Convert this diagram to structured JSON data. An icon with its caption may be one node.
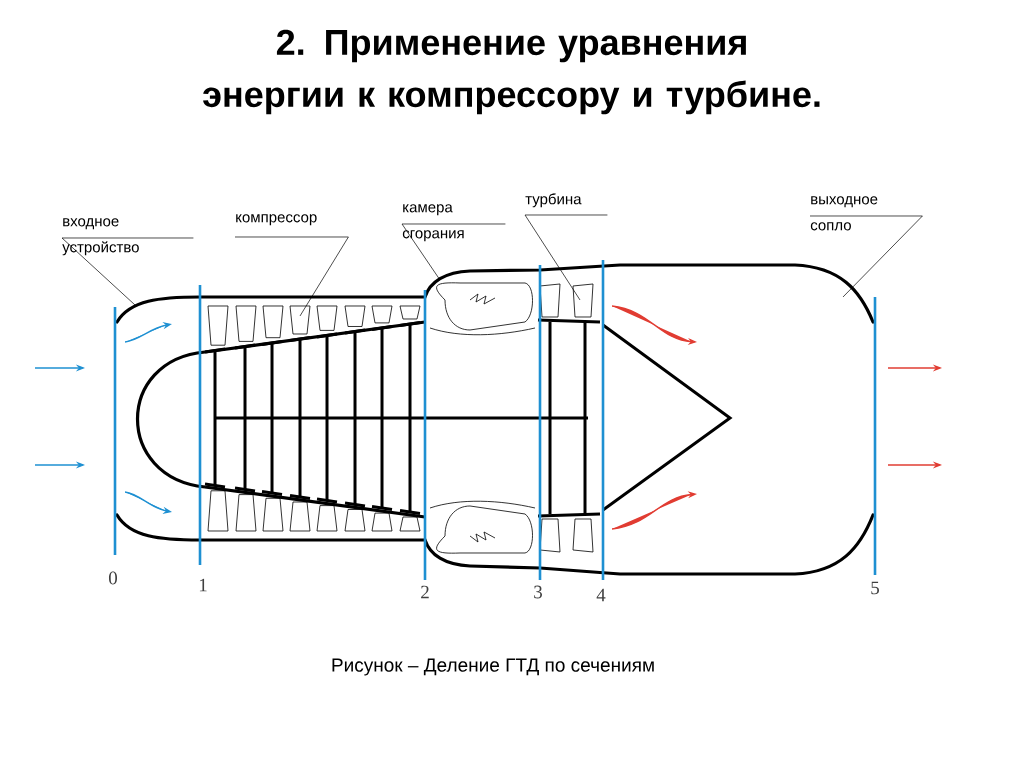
{
  "diagram": {
    "title": "2. Применение уравнения энергии к компрессору и турбине.",
    "caption": "Рисунок – Деление ГТД по сечениям",
    "nodes": [
      {
        "text": [
          "входное устройство"
        ]
      },
      {
        "text": [
          "компрессор"
        ]
      },
      {
        "text": [
          "камера сгорания"
        ]
      },
      {
        "text": [
          "турбина"
        ]
      },
      {
        "text": [
          "выходное сопло"
        ]
      }
    ],
    "edges": [
      {
        "from": 0,
        "to": null,
        "arrow": "none"
      },
      {
        "from": 1,
        "to": null,
        "arrow": "none"
      },
      {
        "from": 2,
        "to": null,
        "arrow": "none"
      },
      {
        "from": 3,
        "to": null,
        "arrow": "none"
      },
      {
        "from": 4,
        "to": null,
        "arrow": "none"
      }
    ],
    "labels": [
      "0",
      "1",
      "2",
      "3",
      "4",
      "5"
    ]
  }
}
